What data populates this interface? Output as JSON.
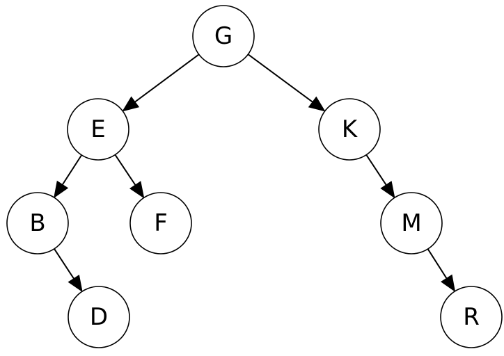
{
  "tree": {
    "nodes": [
      {
        "id": "G",
        "label": "G"
      },
      {
        "id": "E",
        "label": "E"
      },
      {
        "id": "K",
        "label": "K"
      },
      {
        "id": "B",
        "label": "B"
      },
      {
        "id": "F",
        "label": "F"
      },
      {
        "id": "M",
        "label": "M"
      },
      {
        "id": "D",
        "label": "D"
      },
      {
        "id": "R",
        "label": "R"
      }
    ],
    "edges": [
      {
        "from": "G",
        "to": "E"
      },
      {
        "from": "G",
        "to": "K"
      },
      {
        "from": "E",
        "to": "B"
      },
      {
        "from": "E",
        "to": "F"
      },
      {
        "from": "B",
        "to": "D"
      },
      {
        "from": "K",
        "to": "M"
      },
      {
        "from": "M",
        "to": "R"
      }
    ]
  },
  "colors": {
    "stroke": "#000000",
    "node_fill": "#ffffff",
    "background": "#ffffff"
  }
}
